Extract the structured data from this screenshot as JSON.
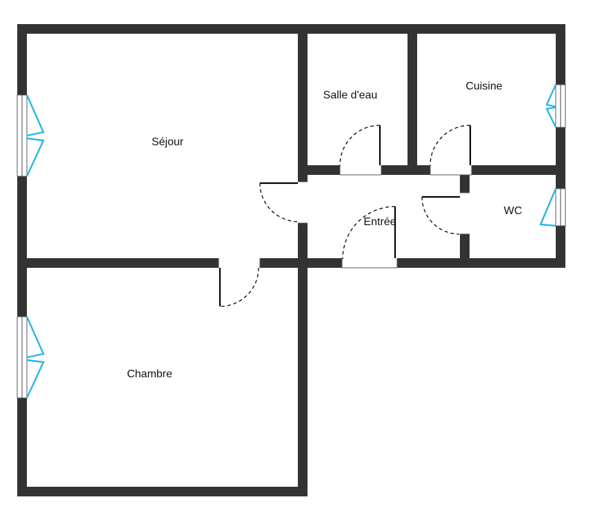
{
  "rooms": {
    "sejour": "Séjour",
    "salle_deau": "Salle d'eau",
    "cuisine": "Cuisine",
    "entree": "Entrée",
    "wc": "WC",
    "chambre": "Chambre"
  },
  "colors": {
    "wall": "#333333",
    "window_sash": "#29b6e8",
    "door": "#000000",
    "background": "#ffffff"
  }
}
